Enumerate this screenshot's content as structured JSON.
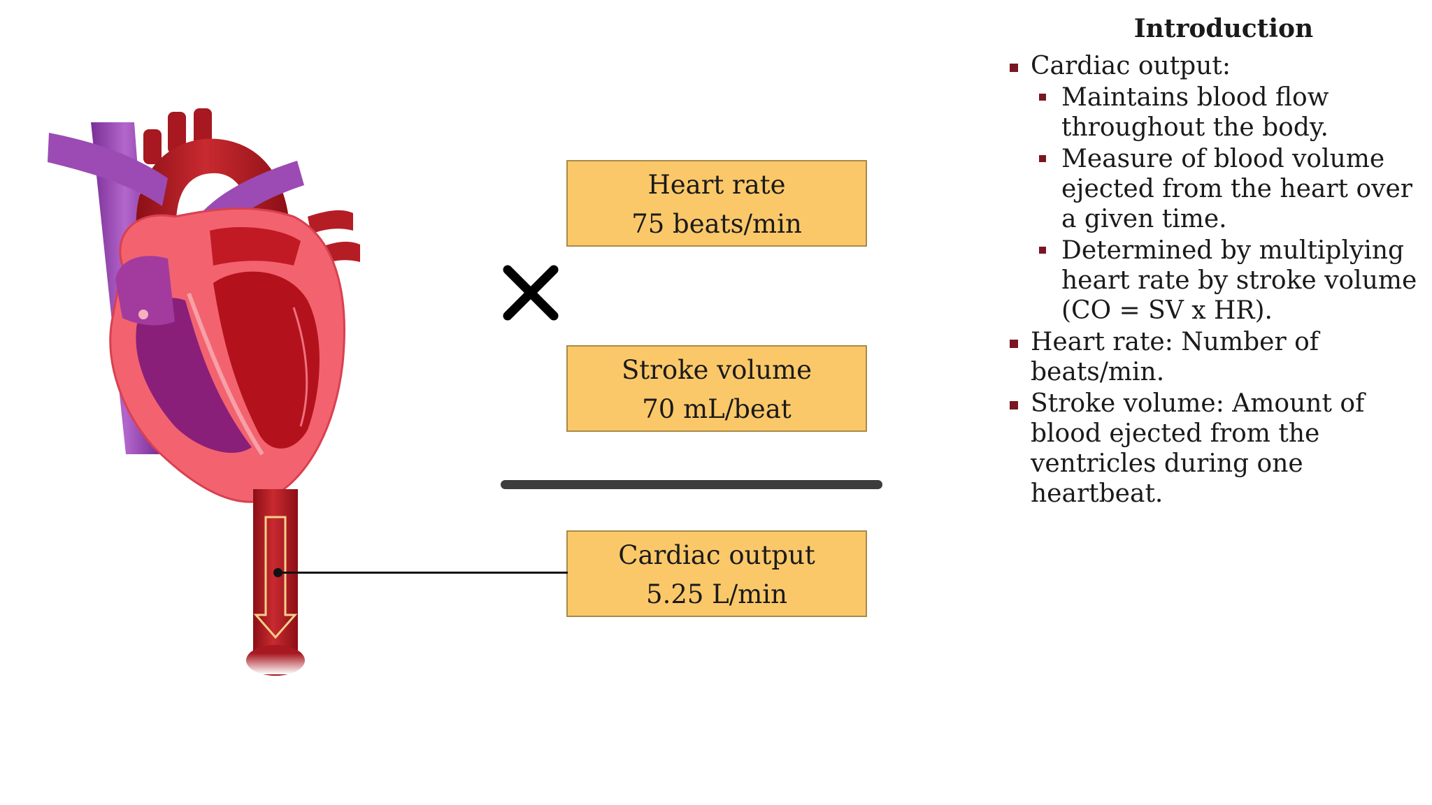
{
  "boxes": {
    "heart_rate": {
      "label": "Heart rate",
      "value": "75 beats/min"
    },
    "stroke_volume": {
      "label": "Stroke volume",
      "value": "70 mL/beat"
    },
    "cardiac_output": {
      "label": "Cardiac output",
      "value": "5.25 L/min"
    }
  },
  "operator_icon": "multiply-icon",
  "colors": {
    "box_fill": "#fbc869",
    "bullet": "#7a1622",
    "myocardium": "#f2636f",
    "vena_cava": "#9b4bb3",
    "aorta": "#a81820"
  },
  "intro": {
    "title": "Introduction",
    "items": [
      {
        "text": "Cardiac output:",
        "subitems": [
          "Maintains blood flow throughout the body.",
          "Measure of blood volume ejected from the heart over a given time.",
          "Determined by multiplying heart rate by stroke volume (CO = SV x HR)."
        ]
      },
      {
        "text": "Heart rate: Number of beats/min."
      },
      {
        "text": "Stroke volume: Amount of blood ejected from the ventricles during one heartbeat."
      }
    ]
  }
}
